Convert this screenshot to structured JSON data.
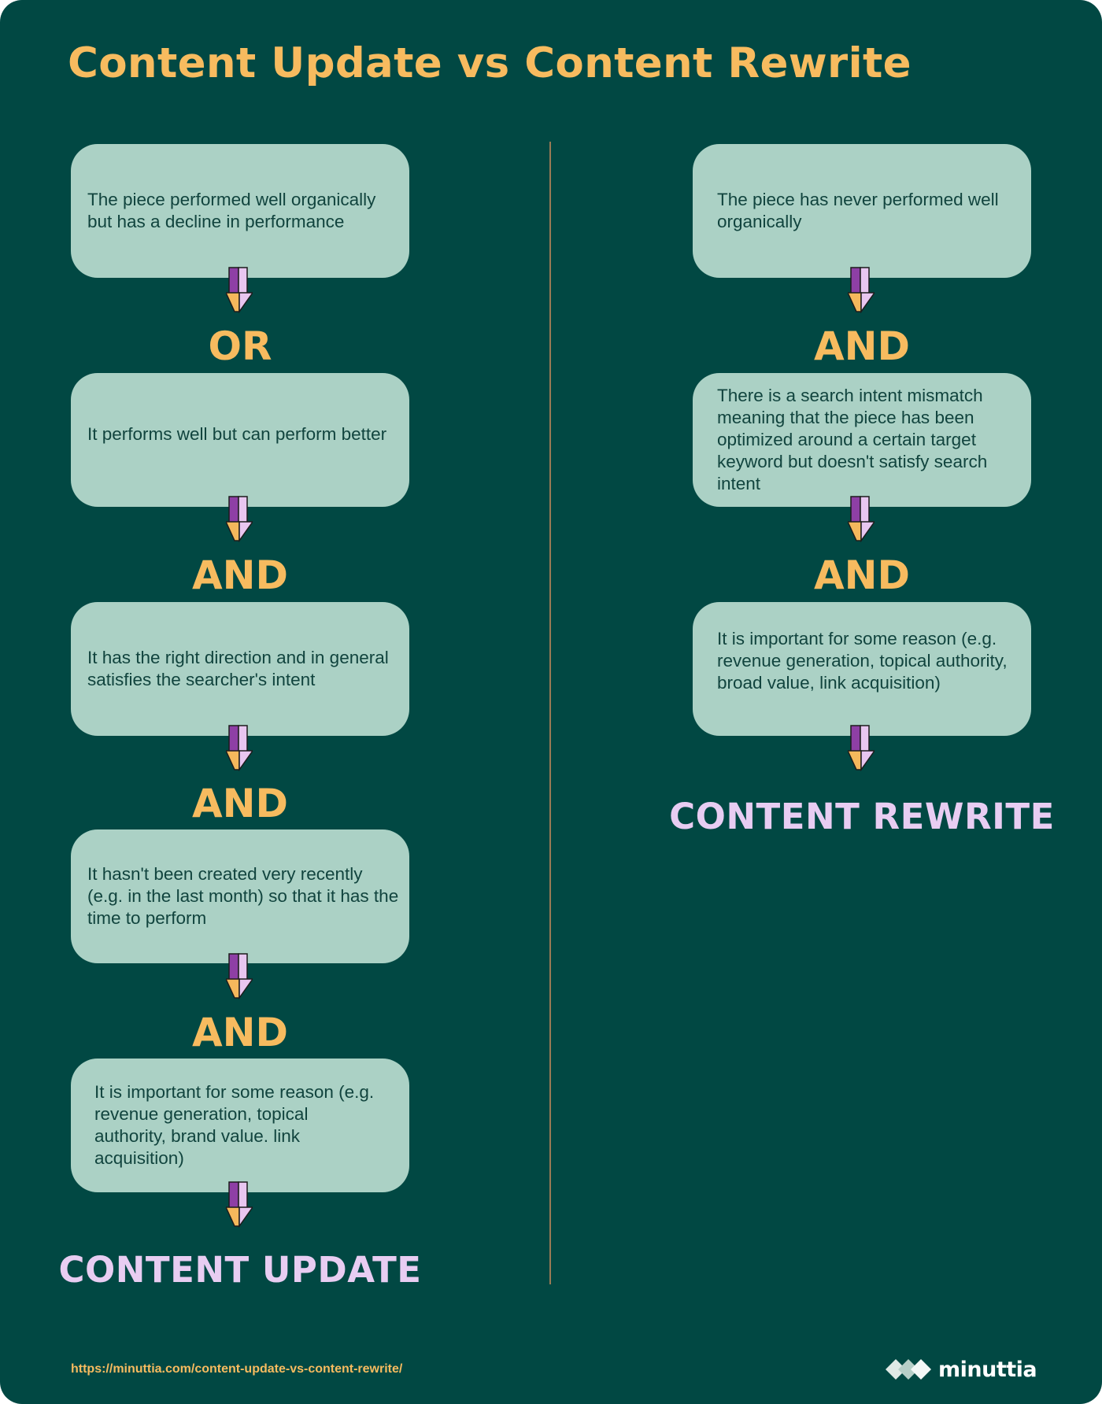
{
  "title": "Content Update vs Content Rewrite",
  "left": {
    "boxes": [
      "The piece performed well organically but has a decline in performance",
      "It performs well but can perform better",
      "It has the right direction and in general satisfies the searcher's intent",
      "It hasn't been created very recently (e.g. in the last month) so that it has the time to perform",
      "It is important for some reason (e.g. revenue generation, topical authority, brand value. link acquisition)"
    ],
    "connectors": [
      "OR",
      "AND",
      "AND",
      "AND"
    ],
    "outcome": "CONTENT UPDATE"
  },
  "right": {
    "boxes": [
      "The piece has never performed well organically",
      "There is a search intent mismatch meaning that the piece has been optimized around a certain target keyword but doesn't satisfy search intent",
      "It is important for some reason (e.g. revenue generation, topical authority, broad value, link acquisition)"
    ],
    "connectors": [
      "AND",
      "AND"
    ],
    "outcome": "CONTENT REWRITE"
  },
  "footer": {
    "url": "https://minuttia.com/content-update-vs-content-rewrite/",
    "logo_text": "minuttia",
    "logo_icon": "diamond-cluster-icon"
  },
  "colors": {
    "background": "#014843",
    "box": "#abd1c5",
    "box_text": "#11443e",
    "accent": "#f7bb5f",
    "outcome": "#e8cdf2",
    "arrow_purple": "#8e3fa5",
    "arrow_pink": "#e8c6f0",
    "arrow_orange": "#f5b85c"
  },
  "icons": {
    "arrow": "down-arrow-icon"
  }
}
